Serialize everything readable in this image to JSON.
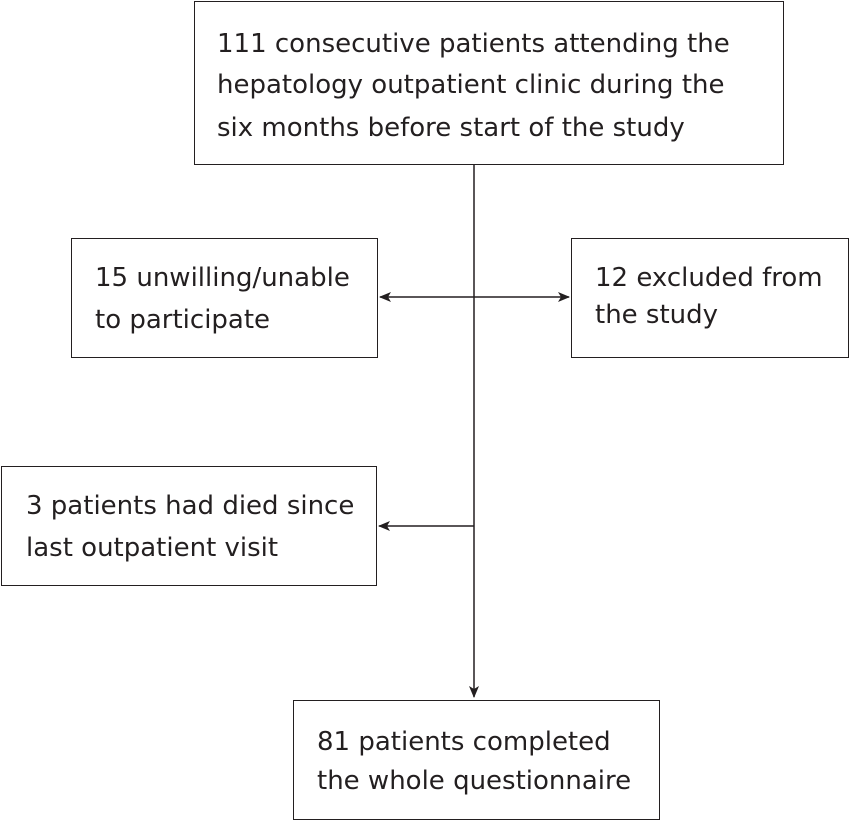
{
  "flowchart": {
    "top_box": {
      "lines": [
        "111 consecutive patients attending the",
        "hepatology outpatient clinic during the",
        "six months before start of the study"
      ]
    },
    "unwilling_box": {
      "lines": [
        "15 unwilling/unable",
        "to participate"
      ]
    },
    "excluded_box": {
      "lines": [
        "12 excluded from",
        "the study"
      ]
    },
    "died_box": {
      "lines": [
        "3 patients had died since",
        "last outpatient visit"
      ]
    },
    "completed_box": {
      "lines": [
        "81 patients completed",
        "the whole questionnaire"
      ]
    }
  },
  "colors": {
    "line": "#231f20",
    "text": "#231f20",
    "background": "#ffffff"
  }
}
